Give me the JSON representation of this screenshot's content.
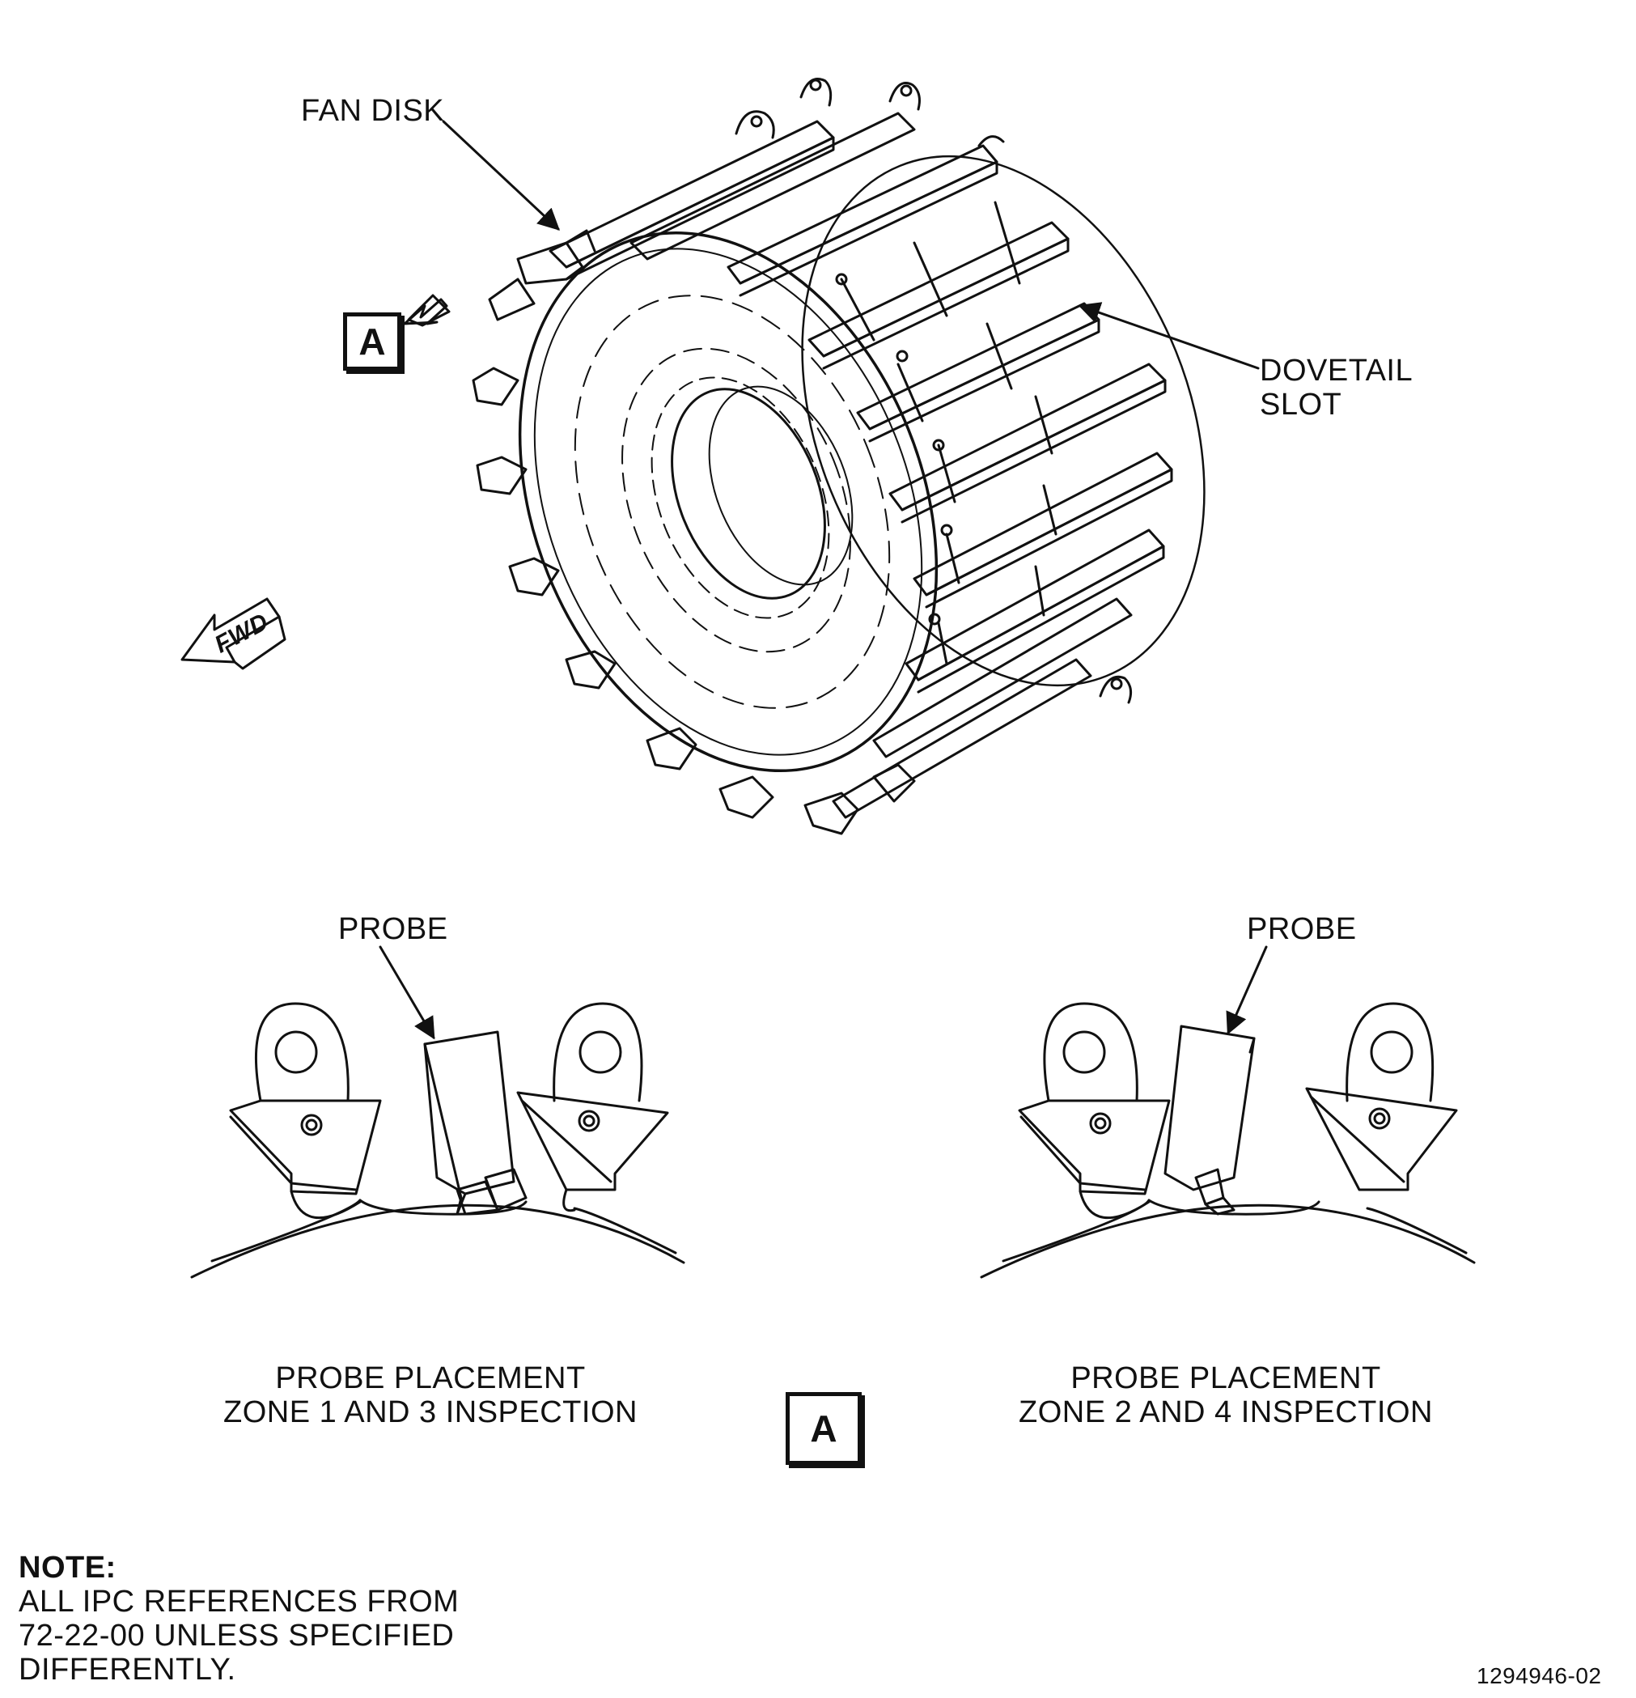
{
  "labels": {
    "fan_disk": "FAN DISK",
    "dovetail_slot_line1": "DOVETAIL",
    "dovetail_slot_line2": "SLOT",
    "fwd": "FWD",
    "view_ref": "A",
    "probe_left": "PROBE",
    "probe_right": "PROBE"
  },
  "captions": {
    "left_line1": "PROBE PLACEMENT",
    "left_line2": "ZONE 1 AND 3 INSPECTION",
    "right_line1": "PROBE PLACEMENT",
    "right_line2": "ZONE 2 AND 4 INSPECTION"
  },
  "note": {
    "title": "NOTE:",
    "line1": "ALL IPC REFERENCES FROM",
    "line2": "72-22-00 UNLESS SPECIFIED",
    "line3": "DIFFERENTLY."
  },
  "figure_id": "1294946-02"
}
